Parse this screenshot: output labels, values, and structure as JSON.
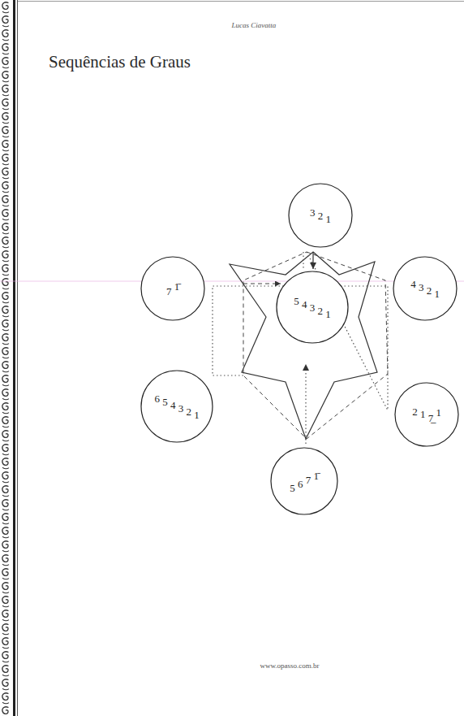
{
  "diagram": {
    "title": "Sequências de Graus",
    "nodes": [
      {
        "text": [
          "3 2 1"
        ]
      },
      {
        "text": [
          "7 1̄"
        ]
      },
      {
        "text": [
          "4 3 2 1"
        ]
      },
      {
        "text": [
          "5 4 3 2 1"
        ]
      },
      {
        "text": [
          "6 5 4 3 2 1"
        ]
      },
      {
        "text": [
          "2 1 7̲ 1"
        ]
      },
      {
        "text": [
          "5 6 7 1̄"
        ]
      }
    ],
    "labels": [
      "Lucas Ciavatta",
      "www.opasso.com.br"
    ]
  }
}
